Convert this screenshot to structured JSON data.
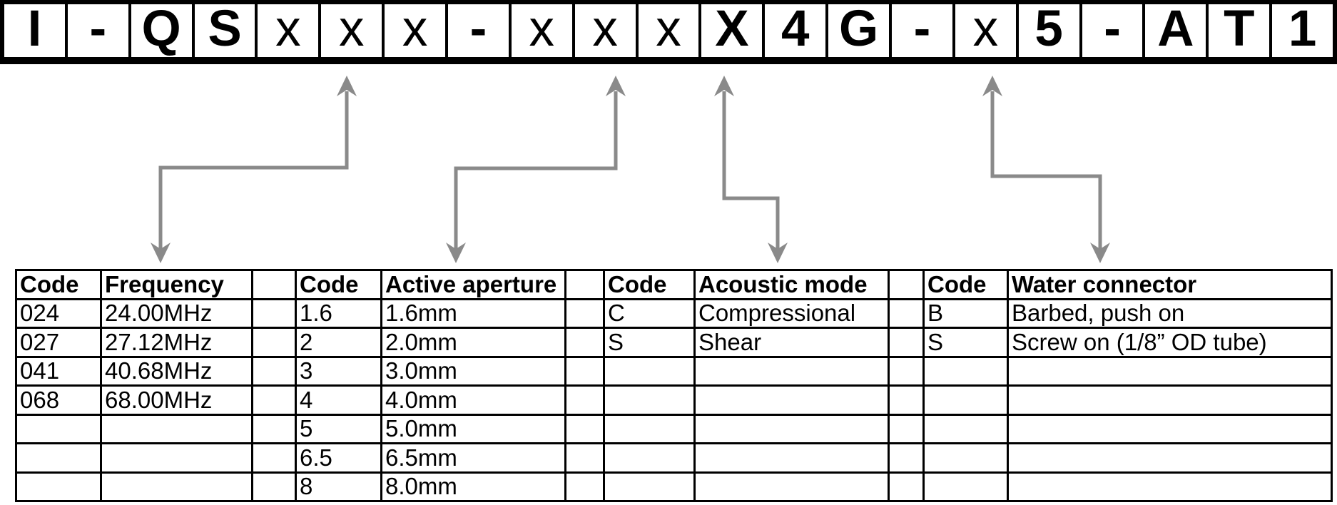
{
  "part_number": {
    "segments": [
      {
        "char": "I",
        "fixed": true
      },
      {
        "char": "-",
        "fixed": true
      },
      {
        "char": "Q",
        "fixed": true
      },
      {
        "char": "S",
        "fixed": true
      },
      {
        "char": "x",
        "fixed": false
      },
      {
        "char": "x",
        "fixed": false
      },
      {
        "char": "x",
        "fixed": false
      },
      {
        "char": "-",
        "fixed": true
      },
      {
        "char": "x",
        "fixed": false
      },
      {
        "char": "x",
        "fixed": false
      },
      {
        "char": "x",
        "fixed": false
      },
      {
        "char": "X",
        "fixed": true
      },
      {
        "char": "4",
        "fixed": true
      },
      {
        "char": "G",
        "fixed": true
      },
      {
        "char": "-",
        "fixed": true
      },
      {
        "char": "x",
        "fixed": false
      },
      {
        "char": "5",
        "fixed": true
      },
      {
        "char": "-",
        "fixed": true
      },
      {
        "char": "A",
        "fixed": true
      },
      {
        "char": "T",
        "fixed": true
      },
      {
        "char": "1",
        "fixed": true
      }
    ]
  },
  "legend_tables": [
    {
      "id": "frequency",
      "code_header": "Code",
      "value_header": "Frequency",
      "rows": [
        [
          "024",
          "24.00MHz"
        ],
        [
          "027",
          "27.12MHz"
        ],
        [
          "041",
          "40.68MHz"
        ],
        [
          "068",
          "68.00MHz"
        ],
        [
          "",
          ""
        ],
        [
          "",
          ""
        ],
        [
          "",
          ""
        ]
      ]
    },
    {
      "id": "active-aperture",
      "code_header": "Code",
      "value_header": "Active aperture",
      "rows": [
        [
          "1.6",
          "1.6mm"
        ],
        [
          "2",
          "2.0mm"
        ],
        [
          "3",
          "3.0mm"
        ],
        [
          "4",
          "4.0mm"
        ],
        [
          "5",
          "5.0mm"
        ],
        [
          "6.5",
          "6.5mm"
        ],
        [
          "8",
          "8.0mm"
        ]
      ]
    },
    {
      "id": "acoustic-mode",
      "code_header": "Code",
      "value_header": "Acoustic mode",
      "rows": [
        [
          "C",
          "Compressional"
        ],
        [
          "S",
          "Shear"
        ],
        [
          "",
          ""
        ],
        [
          "",
          ""
        ],
        [
          "",
          ""
        ],
        [
          "",
          ""
        ],
        [
          "",
          ""
        ]
      ]
    },
    {
      "id": "water-connector",
      "code_header": "Code",
      "value_header": "Water connector",
      "rows": [
        [
          "B",
          "Barbed, push on"
        ],
        [
          "S",
          "Screw on (1/8” OD tube)"
        ],
        [
          "",
          ""
        ],
        [
          "",
          ""
        ],
        [
          "",
          ""
        ],
        [
          "",
          ""
        ],
        [
          "",
          ""
        ]
      ]
    }
  ],
  "connectors": [
    {
      "to_table": "frequency",
      "points_at_segments": "5-7"
    },
    {
      "to_table": "active-aperture",
      "points_at_segments": "9-11"
    },
    {
      "to_table": "acoustic-mode",
      "points_at_segments": "12"
    },
    {
      "to_table": "water-connector",
      "points_at_segments": "16"
    }
  ],
  "colors": {
    "arrow": "#8a8a8a",
    "line": "#000000",
    "text": "#000000",
    "background": "#ffffff"
  }
}
